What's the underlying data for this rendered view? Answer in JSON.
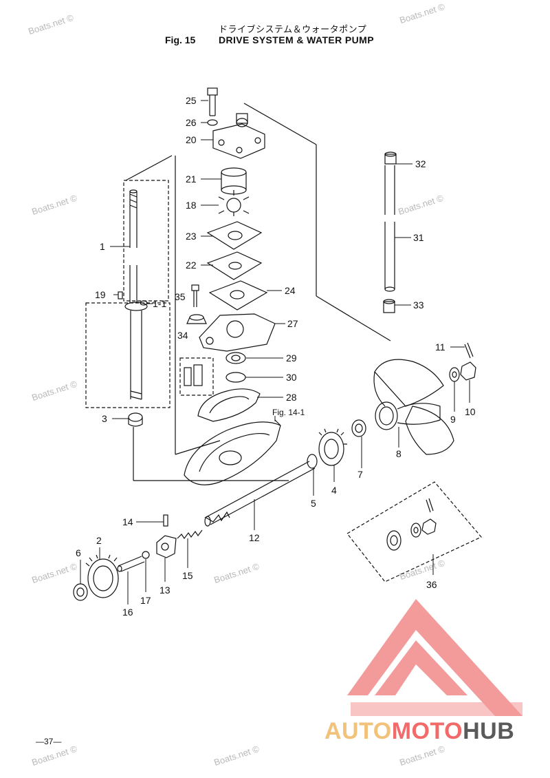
{
  "header": {
    "jp_title": "ドライブシステム＆ウォータポンプ",
    "fig_label": "Fig. 15",
    "en_title": "DRIVE SYSTEM & WATER PUMP"
  },
  "watermark": "Boats.net ©",
  "page_number": "—37—",
  "reference": "Fig. 14-1",
  "parts": {
    "p1": "1",
    "p1_1": "1-1",
    "p2": "2",
    "p3": "3",
    "p4": "4",
    "p5": "5",
    "p6": "6",
    "p7": "7",
    "p8": "8",
    "p9": "9",
    "p10": "10",
    "p11": "11",
    "p12": "12",
    "p13": "13",
    "p14": "14",
    "p15": "15",
    "p16": "16",
    "p17": "17",
    "p18": "18",
    "p19": "19",
    "p20": "20",
    "p21": "21",
    "p22": "22",
    "p23": "23",
    "p24": "24",
    "p25": "25",
    "p26": "26",
    "p27": "27",
    "p28": "28",
    "p29": "29",
    "p30": "30",
    "p31": "31",
    "p32": "32",
    "p33": "33",
    "p34": "34",
    "p35": "35",
    "p36": "36"
  },
  "logo": {
    "part1": "AUTO",
    "part2": "MOTO",
    "part3": "HUB",
    "colors": {
      "auto": "#f2c27a",
      "moto": "#f26a6a",
      "hub": "#5a5a5a",
      "mark": "#f28a8a"
    }
  }
}
